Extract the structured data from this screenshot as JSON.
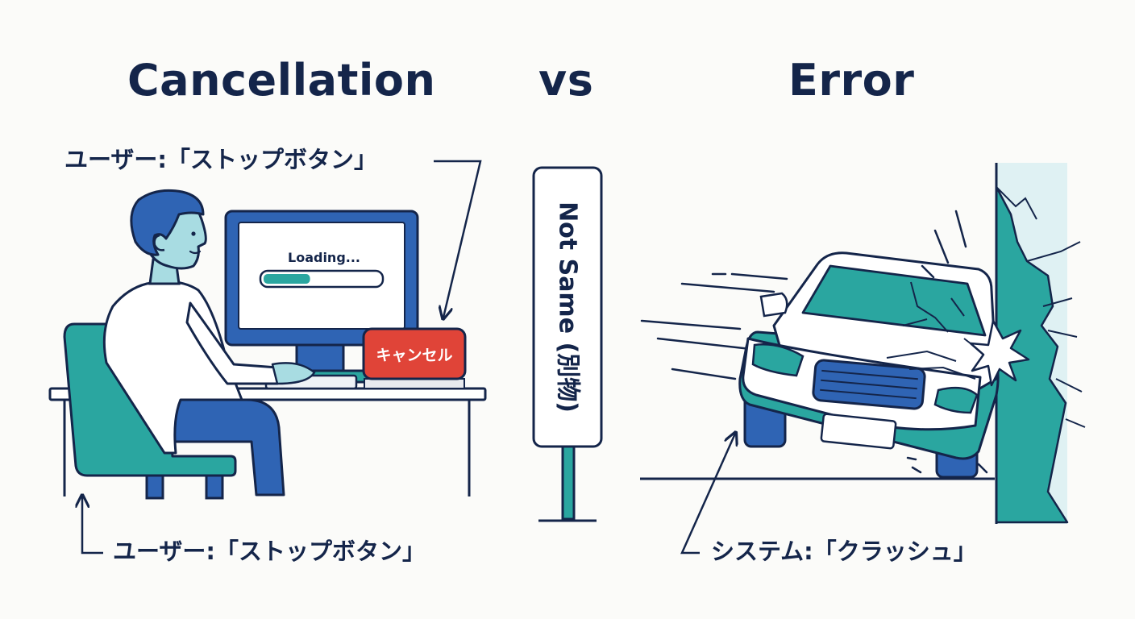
{
  "titles": {
    "left": "Cancellation",
    "middle": "vs",
    "right": "Error"
  },
  "labels": {
    "top_user": "ユーザー:「ストップボタン」",
    "bottom_user": "ユーザー:「ストップボタン」",
    "system": "システム:「クラッシュ」"
  },
  "monitor": {
    "loading_text": "Loading...",
    "progress_fraction": 0.4
  },
  "cancel_button": {
    "label": "キャンセル"
  },
  "sign": {
    "text": "Not Same (別物)"
  },
  "colors": {
    "navy": "#14254a",
    "teal": "#2aa6a0",
    "blue": "#2f64b4",
    "red": "#e04438",
    "skin": "#a8dce2",
    "light_teal": "#dff1f3",
    "background": "#fbfbf9"
  }
}
